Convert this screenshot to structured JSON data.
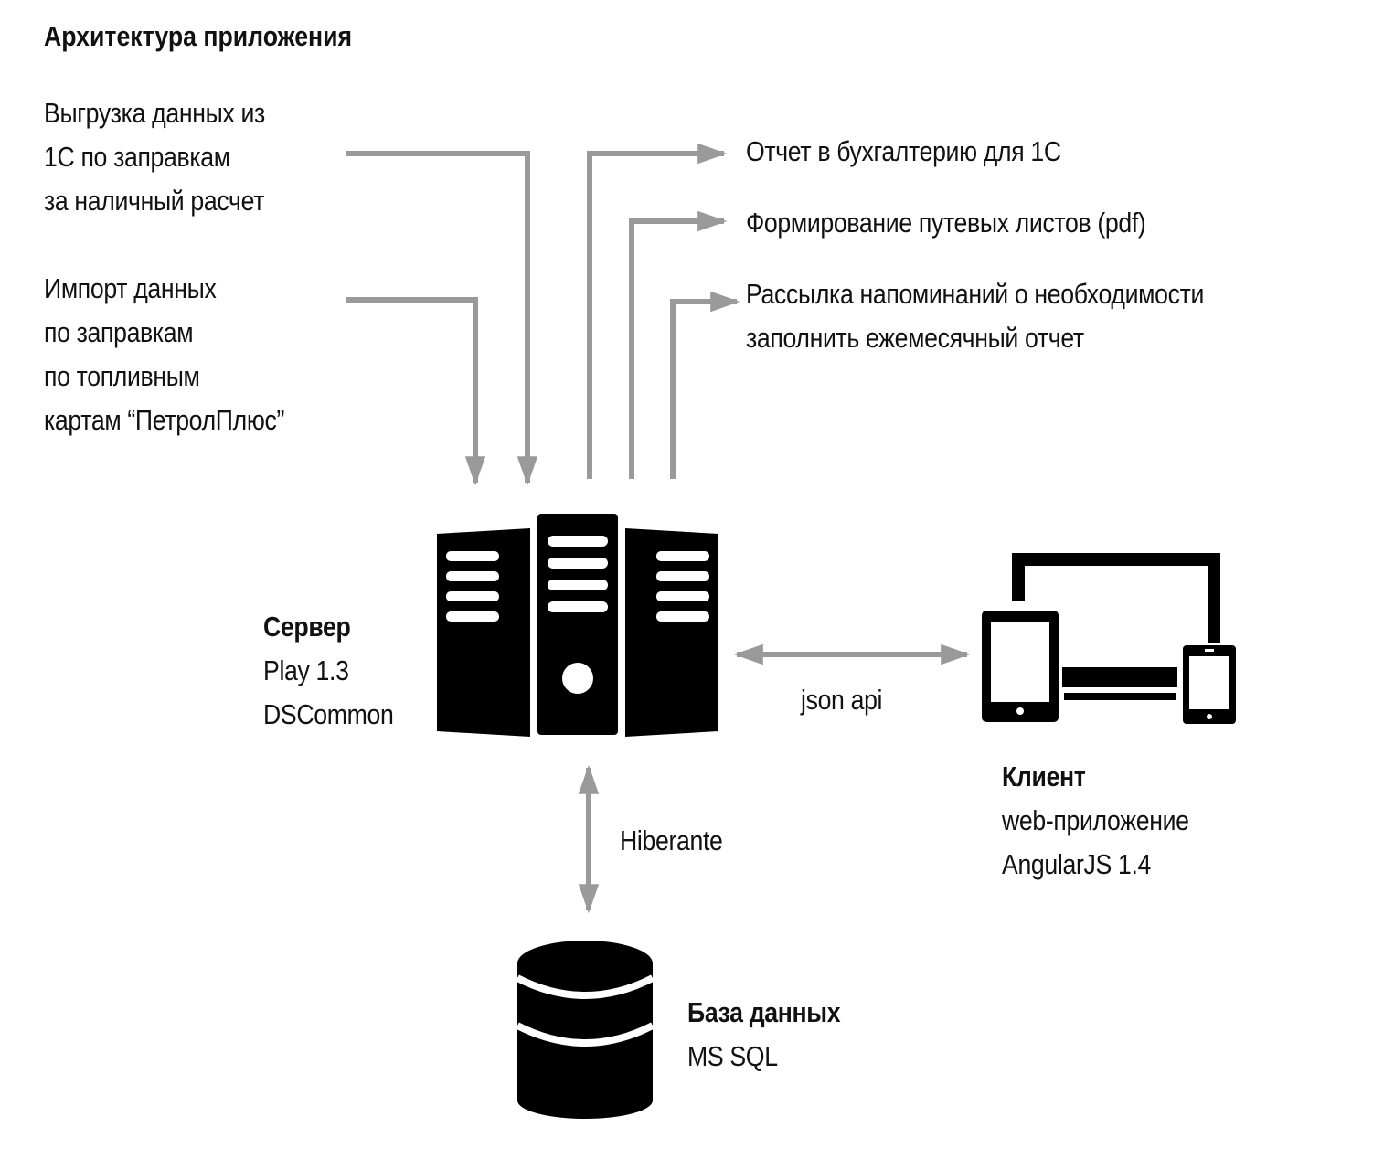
{
  "title": "Архитектура приложения",
  "inputs": [
    {
      "lines": [
        "Выгрузка данных из",
        "1С по заправкам",
        "за наличный расчет"
      ]
    },
    {
      "lines": [
        "Импорт данных",
        "по заправкам",
        "по топливным",
        "картам “ПетролПлюс”"
      ]
    }
  ],
  "outputs": [
    {
      "lines": [
        "Отчет в бухгалтерию для 1С"
      ]
    },
    {
      "lines": [
        "Формирование путевых листов (pdf)"
      ]
    },
    {
      "lines": [
        "Рассылка напоминаний о необходимости",
        "заполнить ежемесячный отчет"
      ]
    }
  ],
  "server": {
    "name": "Сервер",
    "details": [
      "Play 1.3",
      "DSCommon"
    ],
    "icon": "server-icon"
  },
  "client": {
    "name": "Клиент",
    "details": [
      "web-приложение",
      "AngularJS 1.4"
    ],
    "icon": "devices-icon"
  },
  "database": {
    "name": "База данных",
    "details": [
      "MS SQL"
    ],
    "icon": "database-icon"
  },
  "links": {
    "server_client": "json api",
    "server_database": "Hiberante"
  },
  "colors": {
    "arrow": "#9a9a9a",
    "icon": "#000000",
    "text": "#111111"
  }
}
